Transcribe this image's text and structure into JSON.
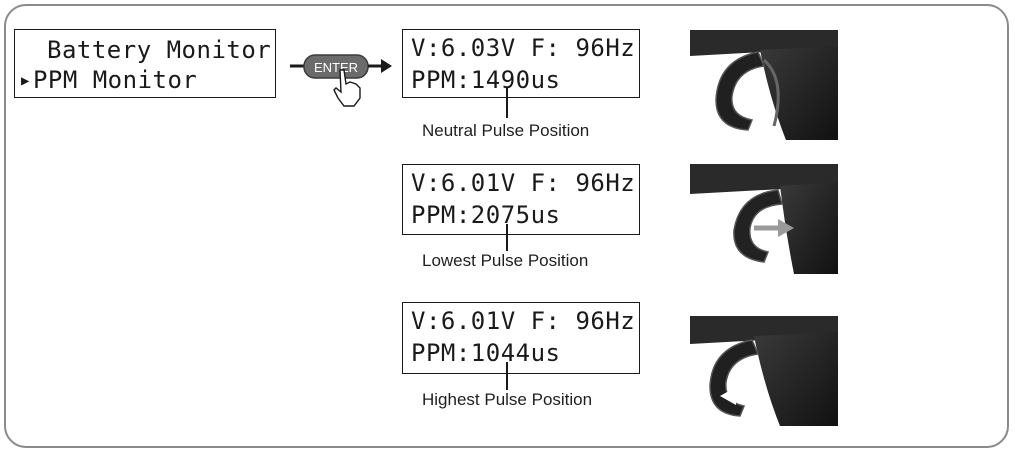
{
  "menu": {
    "item1": "Battery Monitor",
    "item2": "PPM Monitor",
    "pointer_icon": "triangle-right-icon"
  },
  "enter_button": {
    "label": "ENTER",
    "icon": "hand-pointer-icon"
  },
  "readouts": [
    {
      "line1": "V:6.03V F: 96Hz",
      "line2": "PPM:1490us",
      "caption": "Neutral Pulse Position"
    },
    {
      "line1": "V:6.01V F: 96Hz",
      "line2": "PPM:2075us",
      "caption": "Lowest Pulse Position"
    },
    {
      "line1": "V:6.01V F: 96Hz",
      "line2": "PPM:1044us",
      "caption": "Highest Pulse Position"
    }
  ],
  "colors": {
    "frame": "#8a8a8a",
    "lcd_text": "#1a1a1a",
    "hint_arrow": "#9a9a9a"
  }
}
